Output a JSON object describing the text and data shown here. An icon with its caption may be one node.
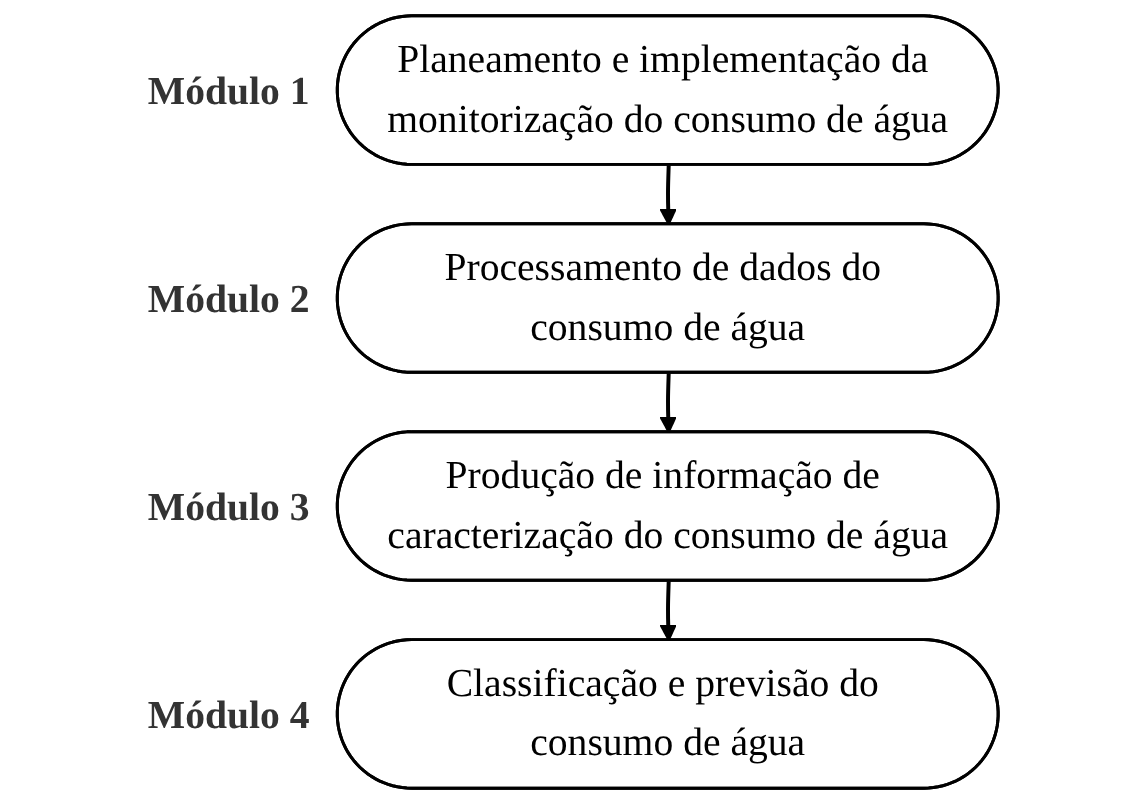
{
  "diagram": {
    "nodes": [
      {
        "text": [
          "Planeamento e implementação da monitorização do consumo de água"
        ],
        "beside": [
          "Módulo 1"
        ]
      },
      {
        "text": [
          "Processamento de dados do consumo de água"
        ],
        "beside": [
          "Módulo 2"
        ]
      },
      {
        "text": [
          "Produção de informação de caracterização do consumo de água"
        ],
        "beside": [
          "Módulo 3"
        ]
      },
      {
        "text": [
          "Classificação e previsão do consumo de água"
        ],
        "beside": [
          "Módulo 4"
        ]
      }
    ],
    "edges": [
      {
        "from": 0,
        "to": 1,
        "arrow": "to"
      },
      {
        "from": 1,
        "to": 2,
        "arrow": "to"
      },
      {
        "from": 2,
        "to": 3,
        "arrow": "to"
      }
    ]
  }
}
